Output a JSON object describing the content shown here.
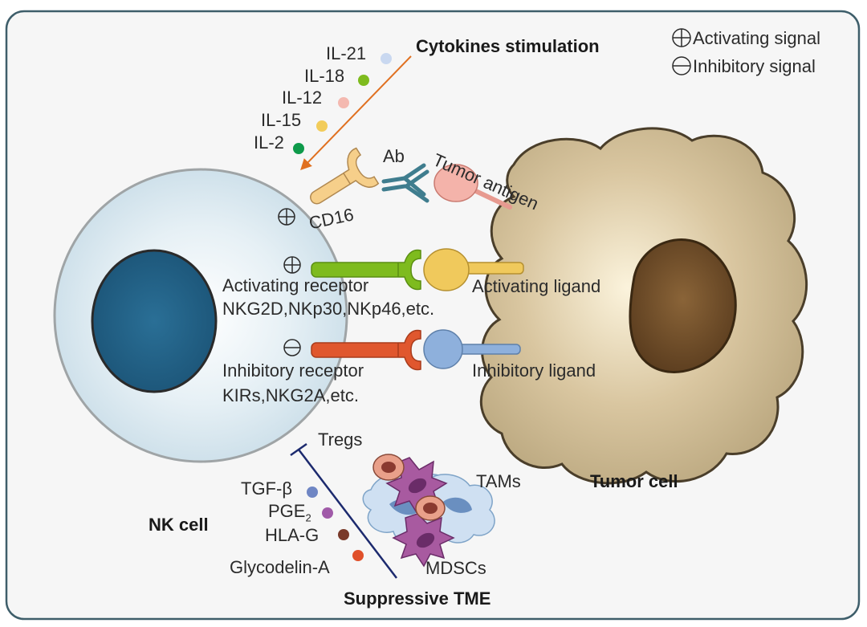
{
  "title": "Cytokines stimulation",
  "legend": {
    "activating": "Activating signal",
    "inhibitory": "Inhibitory signal"
  },
  "cytokines": [
    {
      "label": "IL-21",
      "color": "#c9d8f0"
    },
    {
      "label": "IL-18",
      "color": "#7ebb1e"
    },
    {
      "label": "IL-12",
      "color": "#f4b9b0"
    },
    {
      "label": "IL-15",
      "color": "#f2cc5a"
    },
    {
      "label": "IL-2",
      "color": "#0e9a4a"
    }
  ],
  "receptors": {
    "ab": "Ab",
    "tumor_antigen": "Tumor antigen",
    "cd16": "CD16",
    "activating_receptor": "Activating receptor",
    "activating_receptor_examples": "NKG2D,NKp30,NKp46,etc.",
    "activating_ligand": "Activating ligand",
    "inhibitory_receptor": "Inhibitory receptor",
    "inhibitory_receptor_examples": "KIRs,NKG2A,etc.",
    "inhibitory_ligand": "Inhibitory ligand"
  },
  "cells": {
    "nk": "NK cell",
    "tumor": "Tumor cell"
  },
  "tme": {
    "title": "Suppressive TME",
    "tregs": "Tregs",
    "tams": "TAMs",
    "mdscs": "MDSCs",
    "factors": [
      {
        "label": "TGF-β",
        "color": "#6f86c4"
      },
      {
        "label": "PGE",
        "sub": "2",
        "color": "#a05aa8"
      },
      {
        "label": "HLA-G",
        "color": "#7a3a2a"
      },
      {
        "label": "Glycodelin-A",
        "color": "#e0502a"
      }
    ]
  },
  "colors": {
    "nk_nucleus": "#1f5f86",
    "nk_cytoplasm": "#d3e6ef",
    "tumor_body": "#c8b48c",
    "tumor_nucleus": "#6b4a26",
    "cd16": "#f6cf8a",
    "activating_receptor": "#7ebb1e",
    "inhibitory_receptor": "#e0572e",
    "activating_ligand": "#f0c95c",
    "inhibitory_ligand": "#8eb0dc",
    "antibody": "#3f7d8e",
    "arrow": "#e07020",
    "inhibition_line": "#1c2a6e"
  }
}
